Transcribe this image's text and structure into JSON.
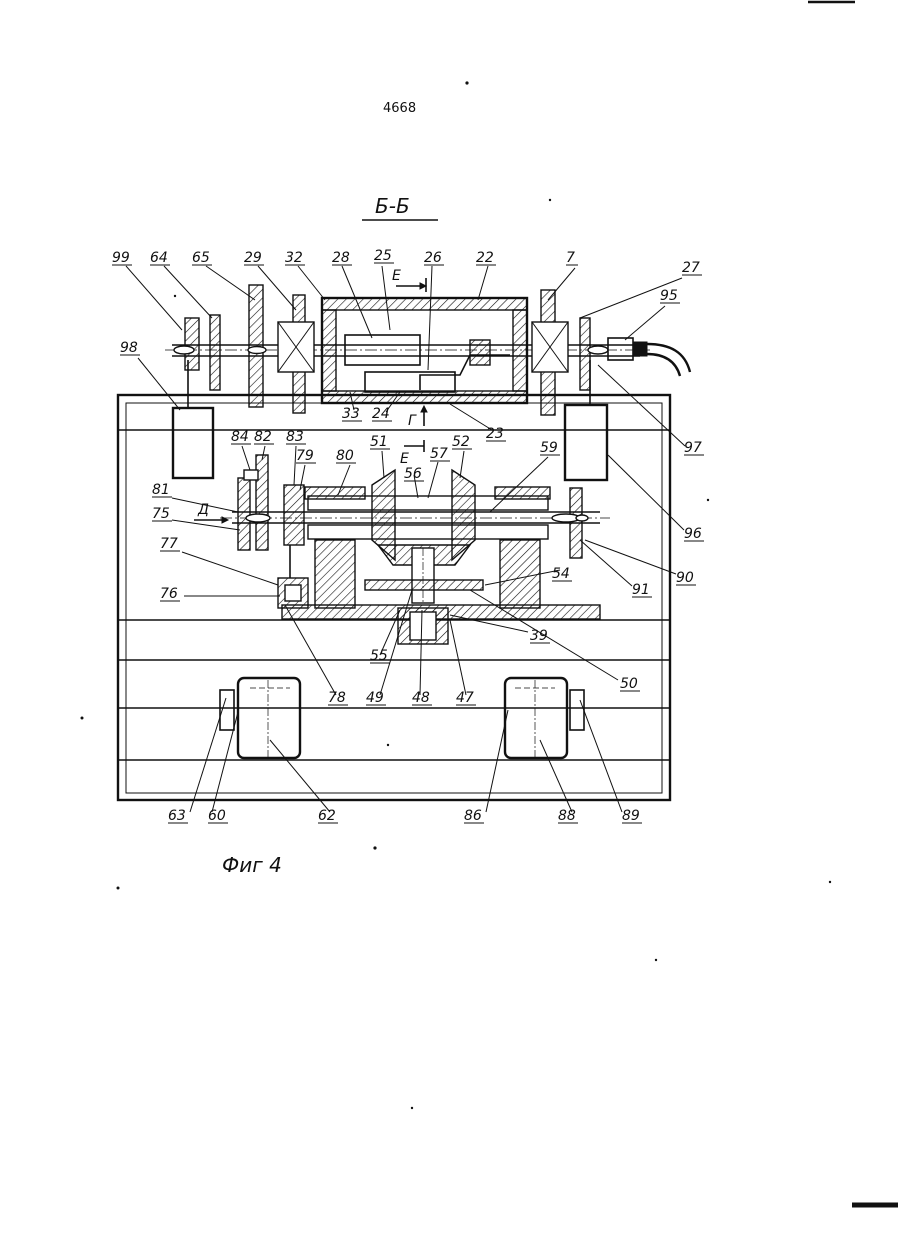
{
  "page_number": "4668",
  "section_title": "Б-Б",
  "figure_caption": "Фиг 4",
  "view_markers": {
    "e_top": "Е",
    "g": "Г",
    "e_mid": "Е",
    "d": "Д"
  },
  "callouts": [
    {
      "id": "99",
      "text": "99"
    },
    {
      "id": "64",
      "text": "64"
    },
    {
      "id": "65",
      "text": "65"
    },
    {
      "id": "29",
      "text": "29"
    },
    {
      "id": "32",
      "text": "32"
    },
    {
      "id": "28",
      "text": "28"
    },
    {
      "id": "25",
      "text": "25"
    },
    {
      "id": "26",
      "text": "26"
    },
    {
      "id": "22",
      "text": "22"
    },
    {
      "id": "7",
      "text": "7"
    },
    {
      "id": "27",
      "text": "27"
    },
    {
      "id": "95",
      "text": "95"
    },
    {
      "id": "98",
      "text": "98"
    },
    {
      "id": "33",
      "text": "33"
    },
    {
      "id": "24",
      "text": "24"
    },
    {
      "id": "23",
      "text": "23"
    },
    {
      "id": "97",
      "text": "97"
    },
    {
      "id": "84",
      "text": "84"
    },
    {
      "id": "82",
      "text": "82"
    },
    {
      "id": "83",
      "text": "83"
    },
    {
      "id": "79",
      "text": "79"
    },
    {
      "id": "80",
      "text": "80"
    },
    {
      "id": "51",
      "text": "51"
    },
    {
      "id": "56",
      "text": "56"
    },
    {
      "id": "57",
      "text": "57"
    },
    {
      "id": "52",
      "text": "52"
    },
    {
      "id": "59",
      "text": "59"
    },
    {
      "id": "81",
      "text": "81"
    },
    {
      "id": "75",
      "text": "75"
    },
    {
      "id": "96",
      "text": "96"
    },
    {
      "id": "77",
      "text": "77"
    },
    {
      "id": "91",
      "text": "91"
    },
    {
      "id": "90",
      "text": "90"
    },
    {
      "id": "76",
      "text": "76"
    },
    {
      "id": "54",
      "text": "54"
    },
    {
      "id": "39",
      "text": "39"
    },
    {
      "id": "50",
      "text": "50"
    },
    {
      "id": "55",
      "text": "55"
    },
    {
      "id": "78",
      "text": "78"
    },
    {
      "id": "49",
      "text": "49"
    },
    {
      "id": "48",
      "text": "48"
    },
    {
      "id": "47",
      "text": "47"
    },
    {
      "id": "63",
      "text": "63"
    },
    {
      "id": "60",
      "text": "60"
    },
    {
      "id": "62",
      "text": "62"
    },
    {
      "id": "86",
      "text": "86"
    },
    {
      "id": "88",
      "text": "88"
    },
    {
      "id": "89",
      "text": "89"
    }
  ]
}
